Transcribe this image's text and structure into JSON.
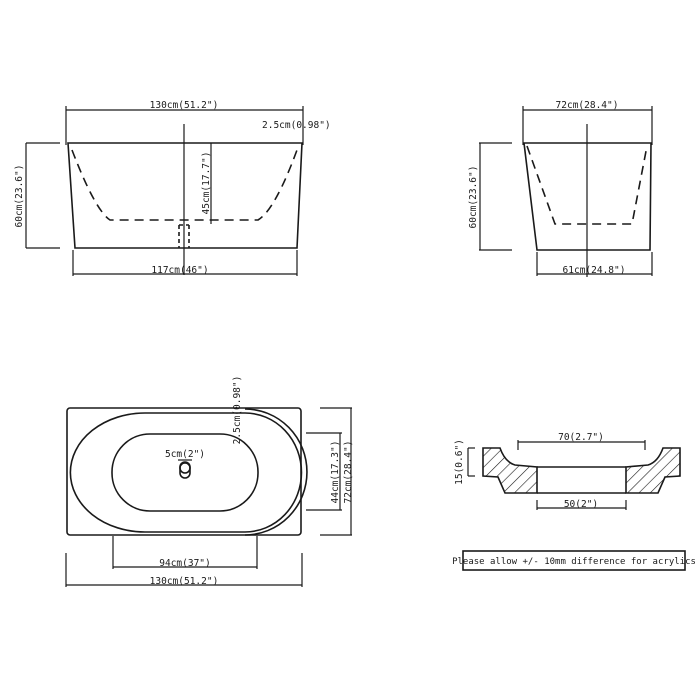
{
  "front_view": {
    "overall_length": "130cm(51.2\")",
    "rim_thickness": "2.5cm(0.98\")",
    "height": "60cm(23.6\")",
    "inner_depth": "45cm(17.7\")",
    "base_length": "117cm(46\")"
  },
  "side_view": {
    "overall_width": "72cm(28.4\")",
    "height": "60cm(23.6\")",
    "base_width": "61cm(24.8\")"
  },
  "top_view": {
    "rim_thickness": "2.5cm(0.98\")",
    "drain_diameter": "5cm(2\")",
    "inner_width": "44cm(17.3\")",
    "overall_width": "72cm(28.4\")",
    "inner_length": "94cm(37\")",
    "overall_length": "130cm(51.2\")"
  },
  "drain_section": {
    "top_diameter": "70(2.7\")",
    "height": "15(0.6\")",
    "bottom_diameter": "50(2\")"
  },
  "note": "Please allow +/- 10mm difference for acrylics"
}
